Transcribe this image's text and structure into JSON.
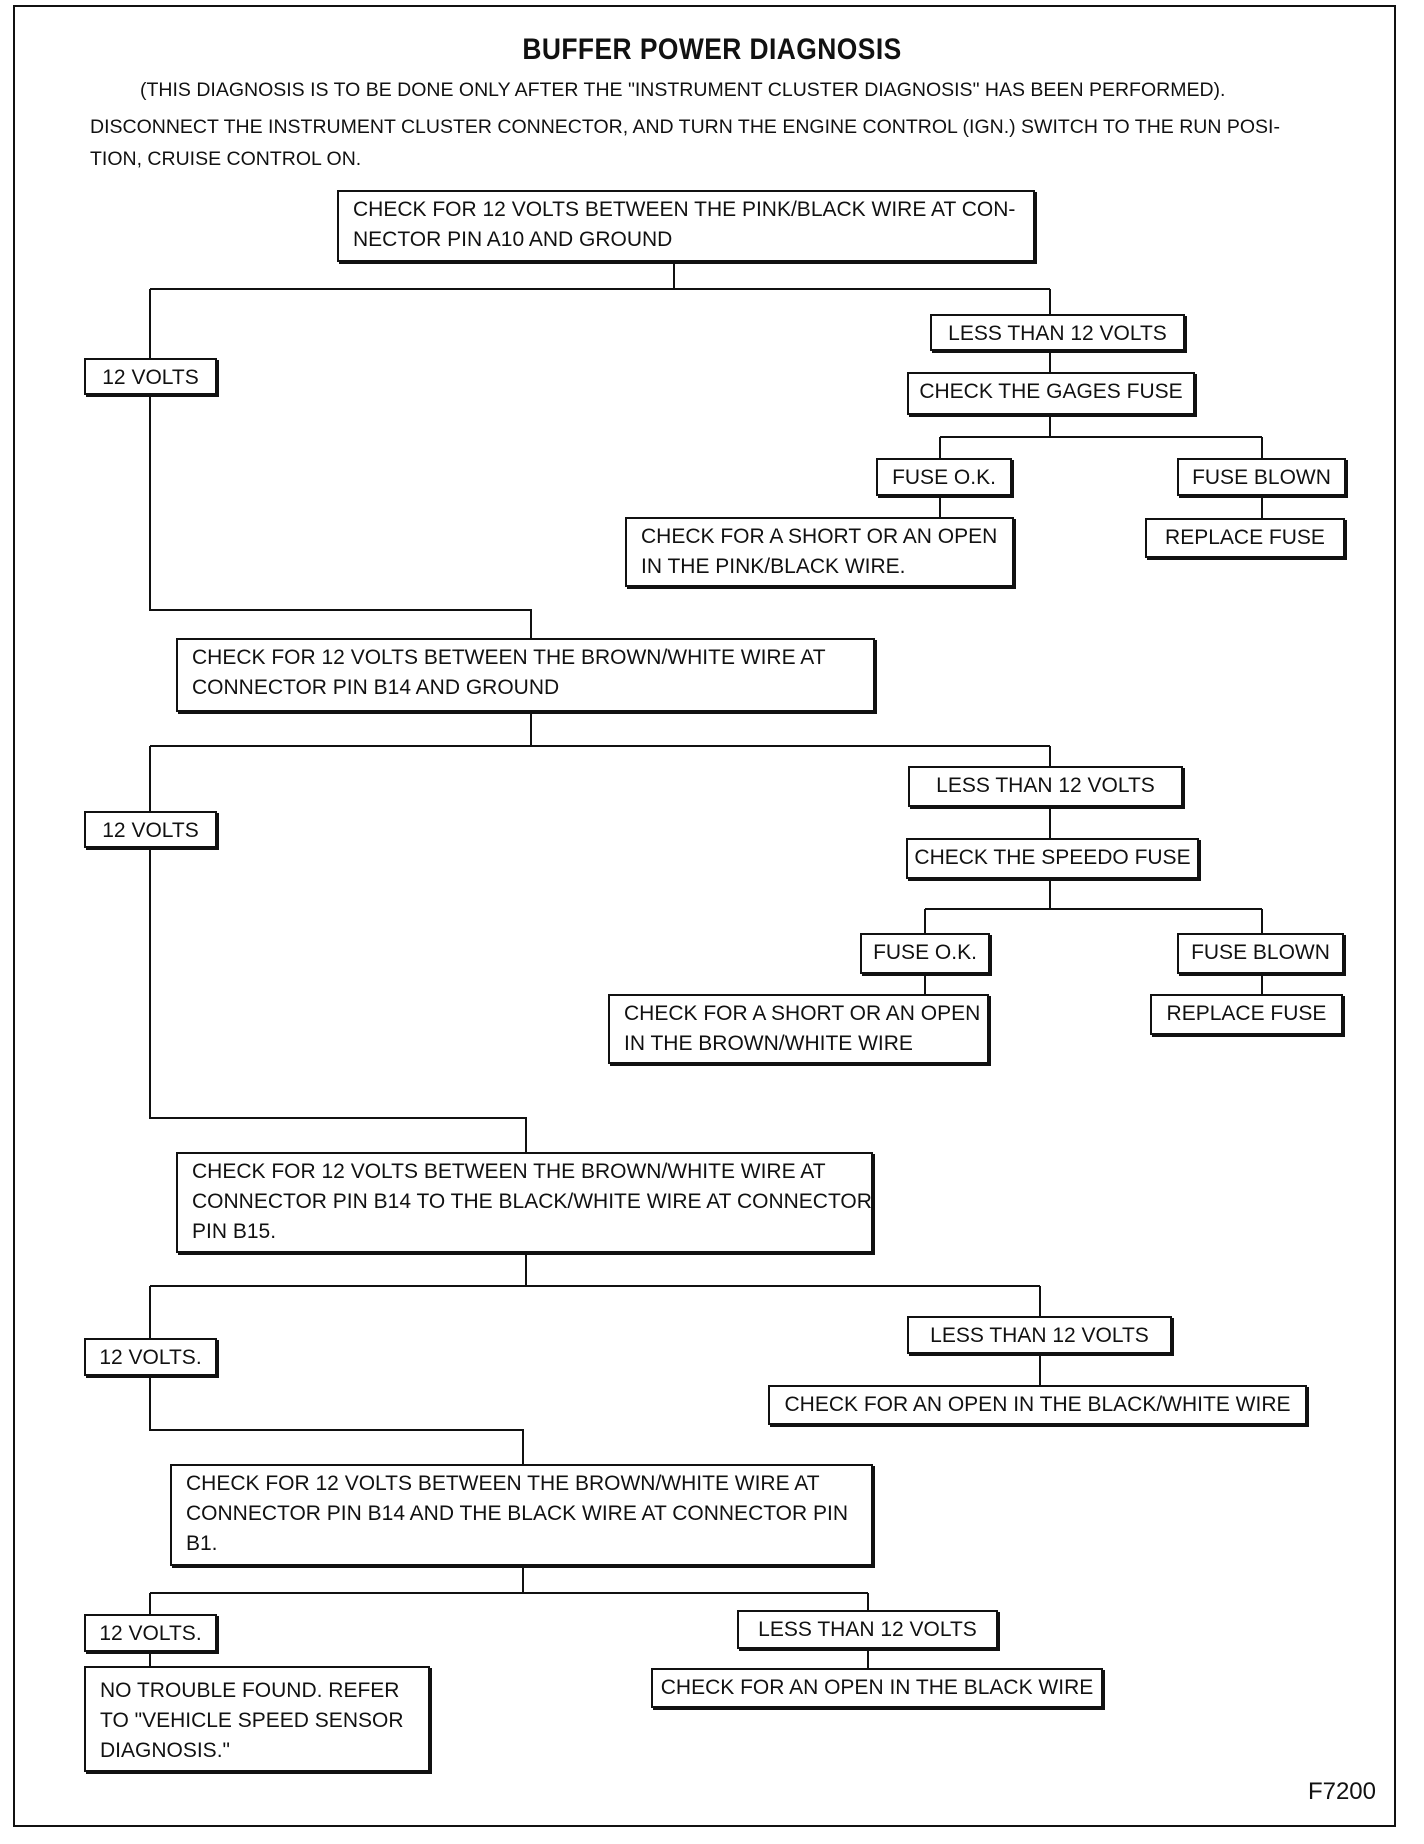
{
  "title": "BUFFER POWER DIAGNOSIS",
  "notes": {
    "prerequisite": "(THIS DIAGNOSIS IS TO BE DONE ONLY AFTER THE \"INSTRUMENT CLUSTER DIAGNOSIS\" HAS BEEN PERFORMED).",
    "setup_line1": "DISCONNECT THE INSTRUMENT CLUSTER CONNECTOR, AND TURN THE ENGINE CONTROL (IGN.) SWITCH TO THE RUN POSI-",
    "setup_line2": "TION, CRUISE CONTROL ON."
  },
  "steps": [
    {
      "check": [
        "CHECK FOR 12 VOLTS BETWEEN THE PINK/BLACK WIRE AT CON-",
        "NECTOR PIN A10 AND GROUND"
      ],
      "pass": "12 VOLTS",
      "fail": "LESS THAN 12 VOLTS",
      "fail_action": "CHECK THE GAGES FUSE",
      "fuse_ok": "FUSE O.K.",
      "fuse_ok_action": [
        "CHECK FOR A SHORT OR AN OPEN",
        "IN THE PINK/BLACK WIRE."
      ],
      "fuse_blown": "FUSE BLOWN",
      "fuse_blown_action": "REPLACE FUSE"
    },
    {
      "check": [
        "CHECK FOR 12 VOLTS BETWEEN THE BROWN/WHITE WIRE AT",
        "CONNECTOR PIN B14 AND GROUND"
      ],
      "pass": "12 VOLTS",
      "fail": "LESS THAN 12 VOLTS",
      "fail_action": "CHECK THE SPEEDO FUSE",
      "fuse_ok": "FUSE O.K.",
      "fuse_ok_action": [
        "CHECK FOR A SHORT OR AN OPEN",
        "IN THE BROWN/WHITE WIRE"
      ],
      "fuse_blown": "FUSE BLOWN",
      "fuse_blown_action": "REPLACE FUSE"
    },
    {
      "check": [
        "CHECK FOR 12 VOLTS BETWEEN THE BROWN/WHITE WIRE AT",
        "CONNECTOR PIN B14 TO THE BLACK/WHITE WIRE AT CONNECTOR",
        "PIN B15."
      ],
      "pass": "12 VOLTS.",
      "fail": "LESS THAN 12 VOLTS",
      "fail_action": "CHECK FOR AN OPEN IN THE BLACK/WHITE WIRE"
    },
    {
      "check": [
        "CHECK FOR 12 VOLTS BETWEEN THE BROWN/WHITE WIRE AT",
        "CONNECTOR PIN B14 AND THE BLACK WIRE AT CONNECTOR PIN",
        "B1."
      ],
      "pass": "12 VOLTS.",
      "pass_action": [
        "NO TROUBLE FOUND. REFER",
        "TO \"VEHICLE SPEED SENSOR",
        "DIAGNOSIS.\""
      ],
      "fail": "LESS THAN 12 VOLTS",
      "fail_action": "CHECK FOR AN OPEN IN THE BLACK WIRE"
    }
  ],
  "figure_id": "F7200"
}
